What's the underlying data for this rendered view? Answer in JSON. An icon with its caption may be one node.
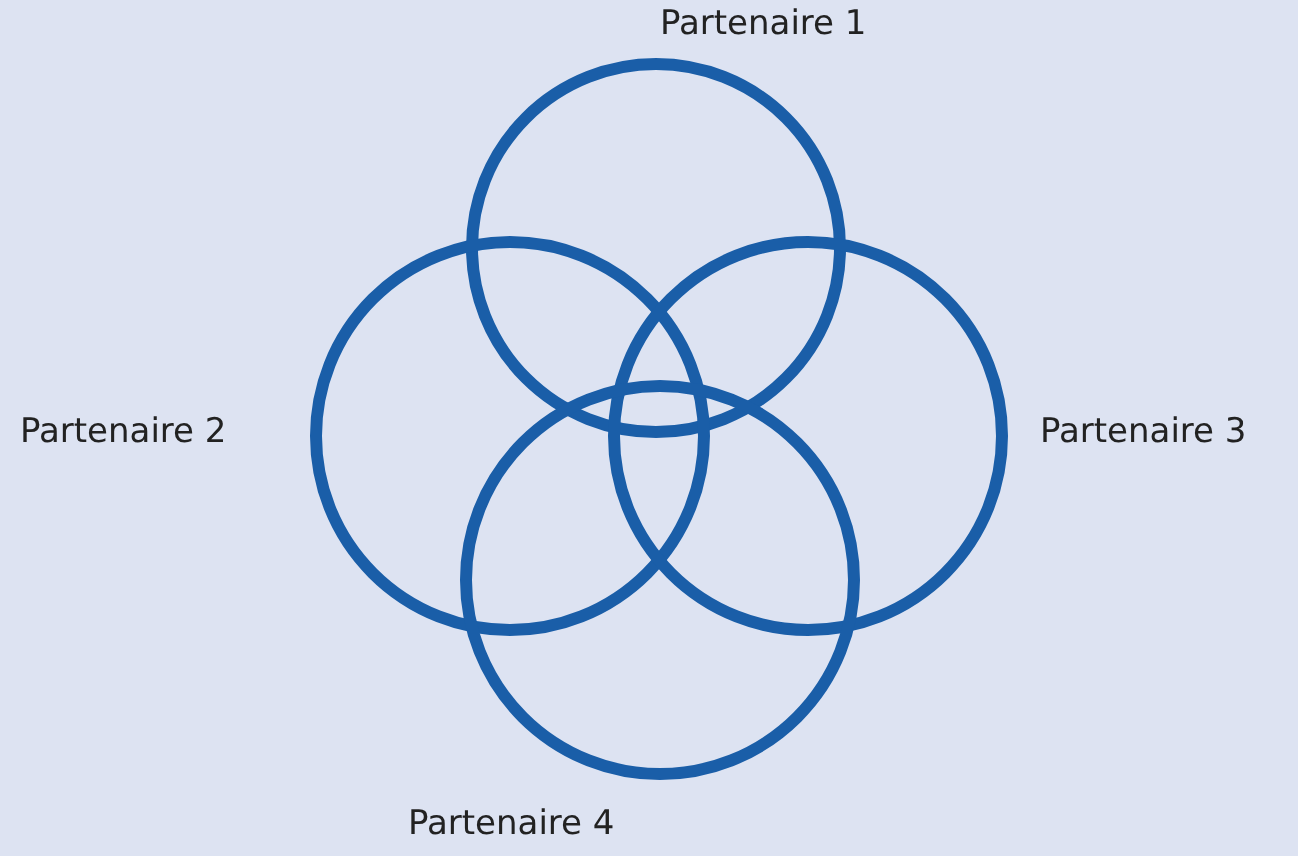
{
  "diagram": {
    "nodes": [
      {
        "text": [
          "Partenaire 1"
        ]
      },
      {
        "text": [
          "Partenaire 2"
        ]
      },
      {
        "text": [
          "Partenaire 3"
        ]
      },
      {
        "text": [
          "Partenaire 4"
        ]
      }
    ]
  }
}
